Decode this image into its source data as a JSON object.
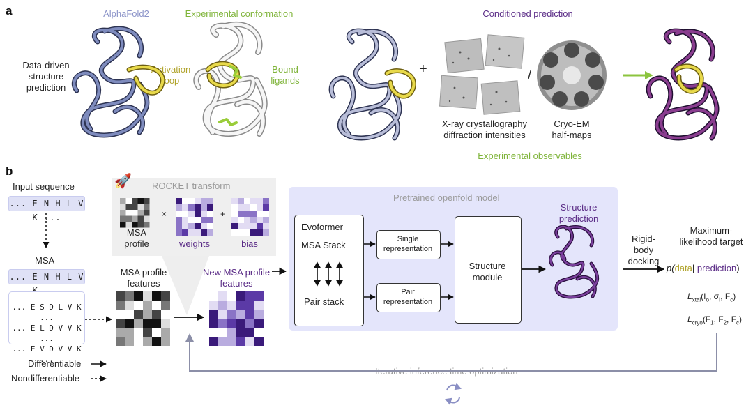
{
  "panel_a": {
    "letter": "a",
    "title_alphafold": "AlphaFold2",
    "title_experimental": "Experimental conformation",
    "title_conditioned": "Conditioned prediction",
    "data_driven_label": "Data-driven structure prediction",
    "activation_loop_label": "Activation loop",
    "bound_ligands_label": "Bound ligands",
    "plus_symbol": "+",
    "slash_symbol": "/",
    "xray_label": "X-ray crystallography diffraction intensities",
    "cryo_label": "Cryo-EM half-maps",
    "experimental_observables": "Experimental observables"
  },
  "panel_b": {
    "letter": "b",
    "input_sequence_label": "Input sequence",
    "input_sequence": "... E N H L V K ...",
    "msa_label": "MSA",
    "msa_query": "... E N H L V K ...",
    "msa_rows": [
      "... E S D L V K ...",
      "... E L D V V K ...",
      "... E V D V V K ..."
    ],
    "rocket_transform_label": "ROCKET transform",
    "msa_profile_label": "MSA profile",
    "times_symbol": "×",
    "plus_symbol": "+",
    "rocket_weights_label": "ROCKET weights",
    "rocket_bias_label": "ROCKET bias",
    "msa_profile_features_label": "MSA profile features",
    "new_msa_profile_features_label": "New MSA profile features",
    "pretrained_label": "Pretrained openfold model",
    "evoformer_label": "Evoformer",
    "msa_stack_label": "MSA Stack",
    "pair_stack_label": "Pair stack",
    "single_repr_label": "Single representation",
    "pair_repr_label": "Pair representation",
    "structure_module_label": "Structure module",
    "structure_prediction_label": "Structure prediction",
    "rigid_body_label": "Rigid-body docking",
    "max_likelihood_label": "Maximum-likelihood target",
    "likelihood_p": "p(",
    "likelihood_data": "data",
    "likelihood_sep": "| ",
    "likelihood_prediction": "prediction",
    "likelihood_close": ")",
    "l_xtal": "L",
    "l_xtal_sub": "xtal",
    "l_xtal_args": "(I",
    "l_xtal_args_sub1": "o",
    "l_xtal_args_mid": ", σ",
    "l_xtal_args_sub2": "I",
    "l_xtal_args_end": ", F",
    "l_xtal_args_sub3": "c",
    "l_xtal_close": ")",
    "l_cryo": "L",
    "l_cryo_sub": "cryo",
    "l_cryo_args": "(F",
    "l_cryo_args_sub1": "1",
    "l_cryo_args_mid": ", F",
    "l_cryo_args_sub2": "2",
    "l_cryo_args_end": ", F",
    "l_cryo_args_sub3": "c",
    "l_cryo_close": ")",
    "differentiable_label": "Differentiable",
    "nondifferentiable_label": "Nondifferentiable",
    "iterative_label": "Iterative inference time optimization"
  },
  "colors": {
    "alphafold_blue": "#5c6a9c",
    "activation_yellow": "#e8d94a",
    "ligand_green": "#9acd3a",
    "conditioned_purple": "#5a2b86",
    "pretrained_bg": "#e4e5fb",
    "rocket_bg": "#efefef"
  }
}
